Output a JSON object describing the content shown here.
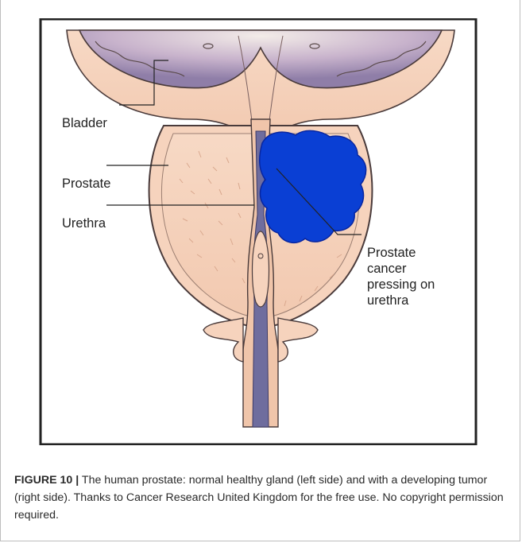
{
  "labels": {
    "bladder": "Bladder",
    "prostate": "Prostate",
    "urethra": "Urethra",
    "cancer": [
      "Prostate",
      "cancer",
      "pressing on",
      "urethra"
    ]
  },
  "caption": {
    "figure_label": "FIGURE 10 |",
    "text": "The human prostate: normal healthy gland (left side) and with a developing tumor (right side). Thanks to Cancer Research United Kingdom for the free use. No copyright permission required."
  },
  "colors": {
    "tumor": "#0a3fd4",
    "tissue": "#f6d3bd",
    "bladder_interior": "#b9a6c4",
    "urethra_lumen": "#5d5b8f"
  }
}
